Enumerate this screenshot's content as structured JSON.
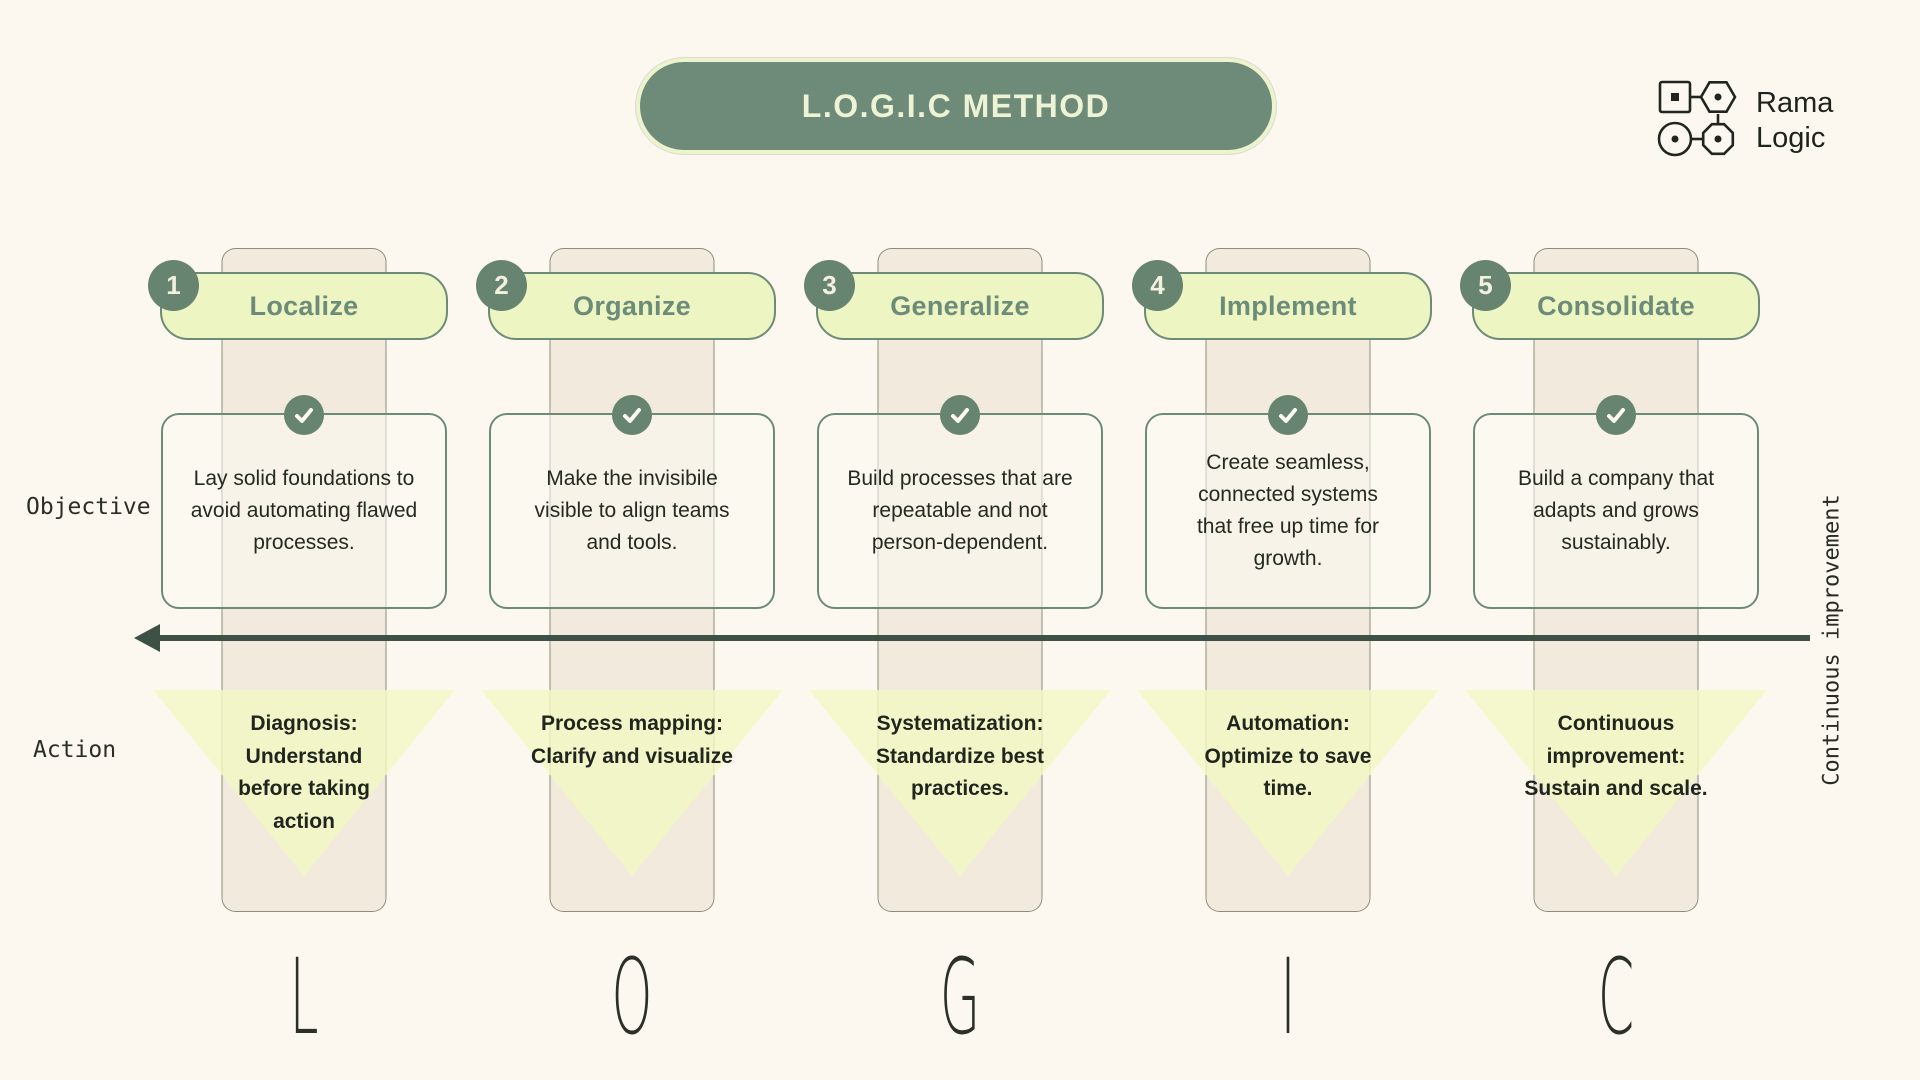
{
  "title": "L.O.G.I.C METHOD",
  "logo": {
    "line1": "Rama",
    "line2": "Logic"
  },
  "row_labels": {
    "objective": "Objective",
    "action": "Action"
  },
  "arrow_label": "Continuous improvement",
  "columns": [
    {
      "number": "1",
      "name": "Localize",
      "objective": "Lay solid foundations to\navoid automating flawed\nprocesses.",
      "action": "Diagnosis:\nUnderstand\nbefore taking\naction",
      "letter": "L"
    },
    {
      "number": "2",
      "name": "Organize",
      "objective": "Make the invisibile\nvisible to align teams\nand tools.",
      "action": "Process mapping:\nClarify and visualize",
      "letter": "O"
    },
    {
      "number": "3",
      "name": "Generalize",
      "objective": "Build processes that are\nrepeatable and not\nperson-dependent.",
      "action": "Systematization:\nStandardize best\npractices.",
      "letter": "G"
    },
    {
      "number": "4",
      "name": "Implement",
      "objective": "Create seamless,\nconnected systems\nthat free up time for\ngrowth.",
      "action": "Automation:\nOptimize to save\ntime.",
      "letter": "I"
    },
    {
      "number": "5",
      "name": "Consolidate",
      "objective": "Build a company that\nadapts and grows\nsustainably.",
      "action": "Continuous\nimprovement:\nSustain and scale.",
      "letter": "C"
    }
  ],
  "colors": {
    "background": "#fdf8ef",
    "accent_sage": "#6d8b79",
    "badge_sage": "#678471",
    "pill_light": "#edf5c2",
    "title_pill_bg": "#6d8b78",
    "title_text": "#edf3d4",
    "arrow": "#3e5146",
    "column_bar": "#f1eadd",
    "triangle": "#f2f7c3",
    "text_dark": "#20261d"
  }
}
